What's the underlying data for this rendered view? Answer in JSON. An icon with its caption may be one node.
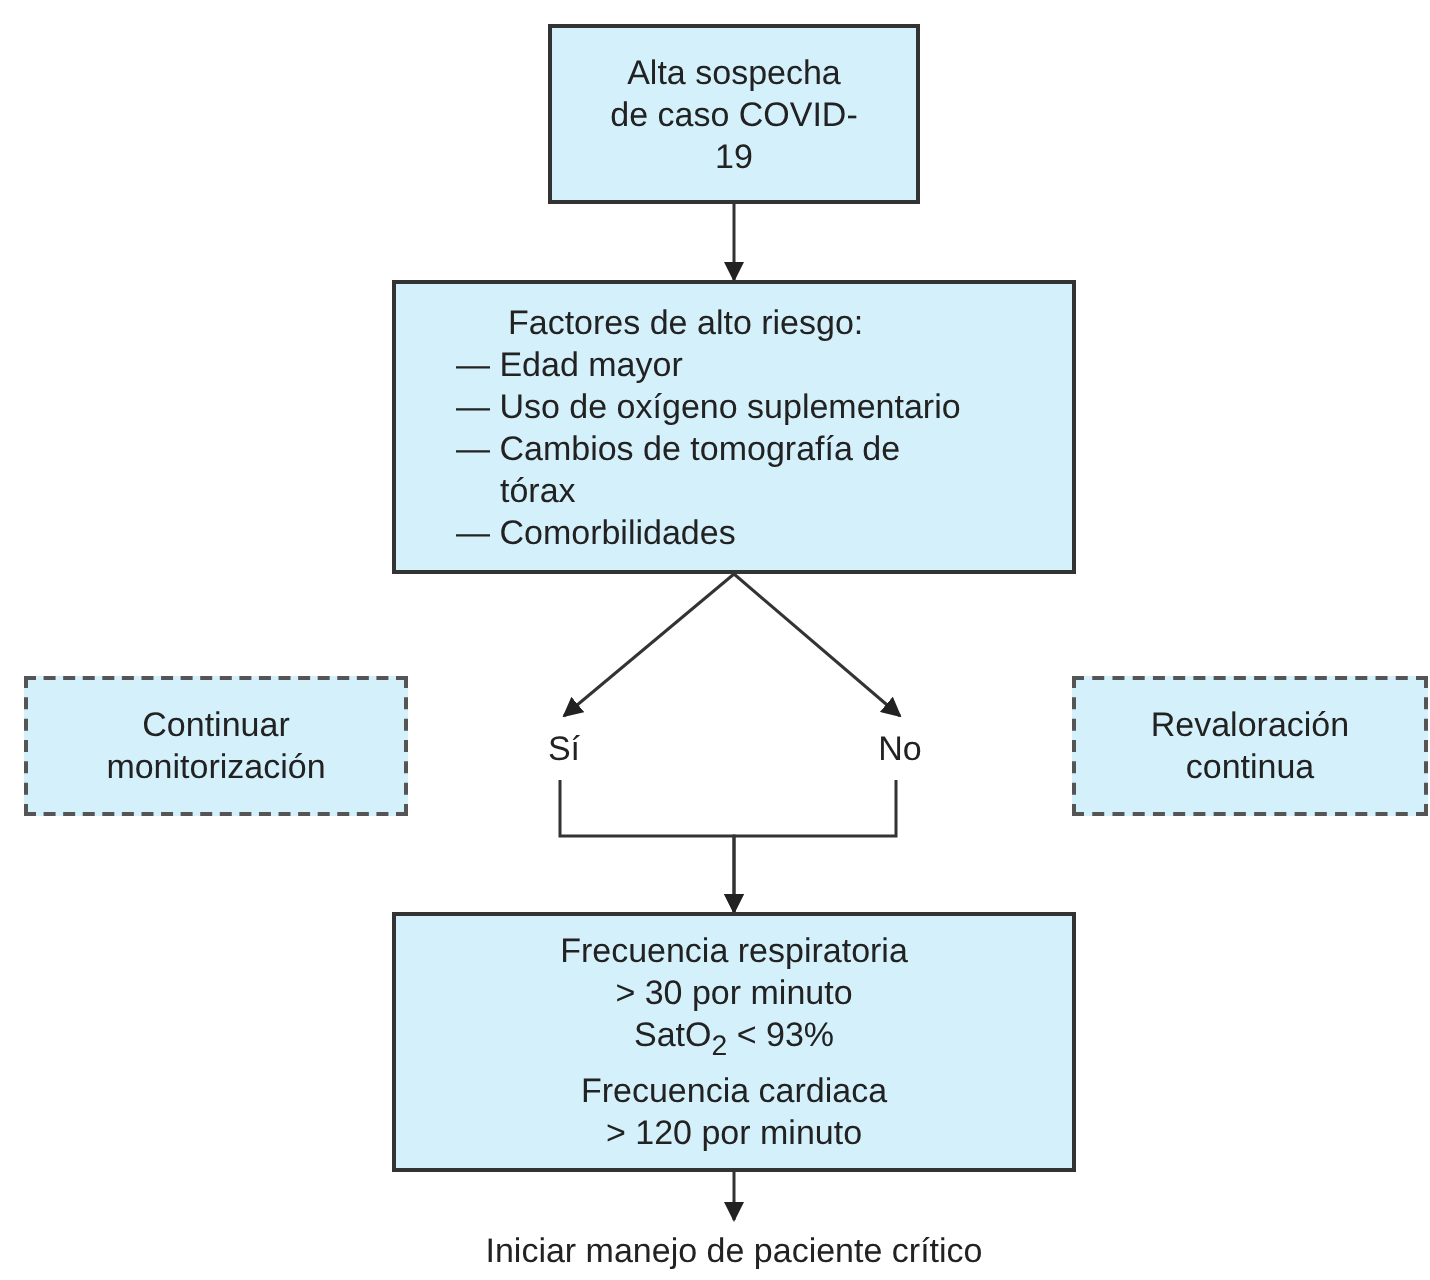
{
  "diagram": {
    "nodes": [
      {
        "text": [
          "Alta sospecha de caso COVID-19"
        ]
      },
      {
        "text": [
          "Factores de alto riesgo:",
          "— Edad mayor",
          "— Uso de oxígeno suplementario",
          "— Cambios de tomografía de tórax",
          "— Comorbilidades"
        ]
      },
      {
        "text": [
          "Continuar monitorización"
        ]
      },
      {
        "text": [
          "Sí"
        ]
      },
      {
        "text": [
          "No"
        ]
      },
      {
        "text": [
          "Revaloración continua"
        ]
      },
      {
        "text": [
          "Frecuencia respiratoria",
          "> 30 por minuto",
          "SatO$_{2}$ < 93%",
          "Frecuencia cardiaca",
          "> 120 por minuto"
        ]
      },
      {
        "text": [
          "Iniciar manejo de paciente crítico"
        ]
      }
    ],
    "edges": [
      {
        "from": 0,
        "to": 1,
        "arrow": "to"
      },
      {
        "from": 1,
        "to": 3,
        "arrow": "to"
      },
      {
        "from": 1,
        "to": 4,
        "arrow": "to"
      },
      {
        "from": 3,
        "to": 6,
        "arrow": "to"
      },
      {
        "from": 4,
        "to": 6,
        "arrow": "to"
      },
      {
        "from": 6,
        "to": 7,
        "arrow": "to"
      }
    ]
  }
}
